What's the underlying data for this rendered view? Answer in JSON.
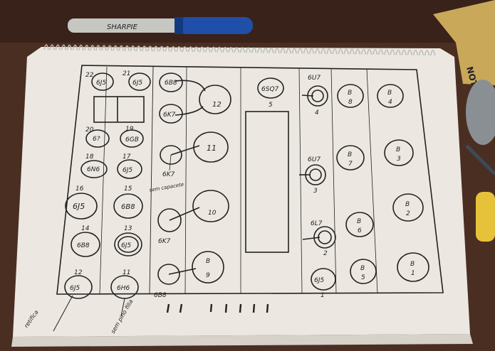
{
  "image": {
    "objects": [
      "spiral-sketchbook",
      "marker-pen",
      "wooden-desk",
      "side-objects"
    ],
    "colors": {
      "desk": "#4a2e22",
      "paper": "#ece8e1",
      "ink": "#222222",
      "marker_cap": "#1f4fa8",
      "marker_body": "#c7c7c2"
    }
  },
  "marker": {
    "brand_text": "SHARPIE"
  },
  "side": {
    "box_text": "NOTL"
  },
  "sketch": {
    "row1": [
      {
        "num": "22",
        "tube": "6J5"
      },
      {
        "num": "21",
        "tube": "6J5"
      }
    ],
    "row_num_20": "20",
    "row_tube_20": "6?",
    "row_num_19": "19",
    "row_tube_19": "6GB",
    "row_num_18": "18",
    "row_tube_18": "6N6",
    "row_num_17": "17",
    "row_tube_17": "6J5",
    "row_num_16": "16",
    "row_tube_16": "6J5",
    "row_num_15": "15",
    "row_tube_15": "6B8",
    "row_num_14": "14",
    "row_tube_14": "6B8",
    "row_num_13": "13",
    "row_tube_13": "6J5",
    "row_num_12": "12",
    "row_tube_12": "6J5",
    "row_num_11": "11",
    "row_tube_11": "6H6",
    "col3": [
      {
        "tube": "6B8",
        "label": "6K7",
        "big": "12"
      },
      {
        "label": "6K7",
        "big": "11",
        "note": "sem capacete"
      },
      {
        "label": "6K7",
        "big": "10"
      },
      {
        "label": "6B8",
        "big_top": "B",
        "big_bottom": "9"
      }
    ],
    "center_tube": "6SQ7",
    "center_num": "5",
    "right_col": [
      {
        "tube": "6U7",
        "num": "4"
      },
      {
        "tube": "6U7",
        "num": "3"
      },
      {
        "tube": "6L7",
        "num": "2"
      },
      {
        "tube": "6J5",
        "num": "1"
      }
    ],
    "b_small": [
      {
        "top": "B",
        "bottom": "8"
      },
      {
        "top": "B",
        "bottom": "7"
      },
      {
        "top": "B",
        "bottom": "6"
      },
      {
        "top": "B",
        "bottom": "5"
      }
    ],
    "b_right": [
      {
        "top": "B",
        "bottom": "4"
      },
      {
        "top": "B",
        "bottom": "3"
      },
      {
        "top": "B",
        "bottom": "2"
      },
      {
        "top": "B",
        "bottom": "1"
      }
    ],
    "annotations": {
      "left_bottom": "retifica",
      "center_bottom": "sem pino filia"
    }
  }
}
